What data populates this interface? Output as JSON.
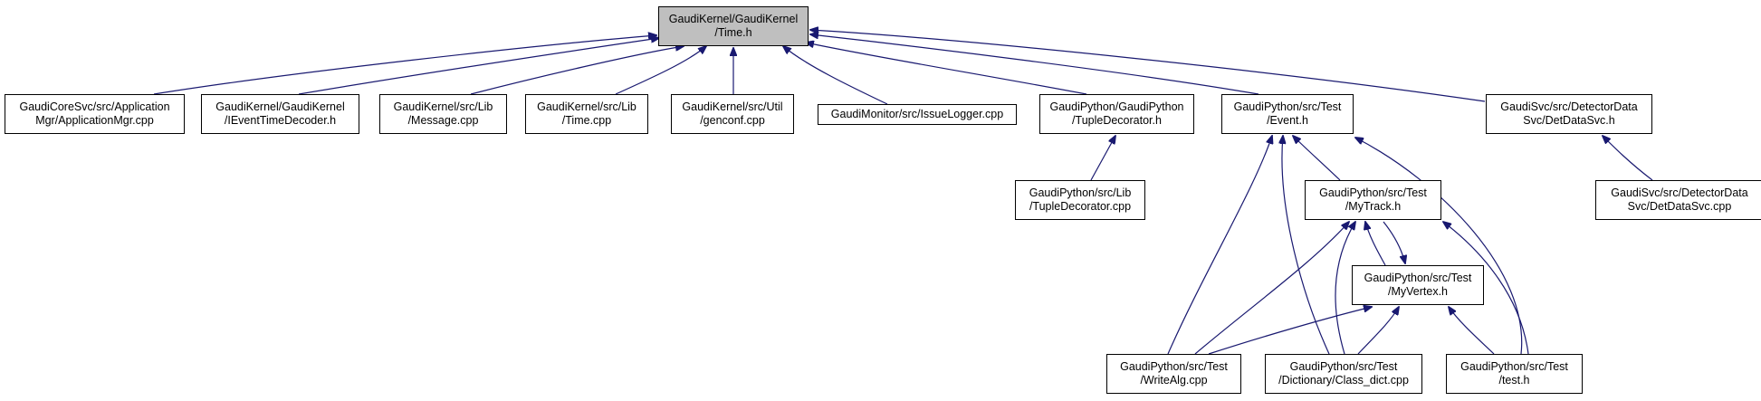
{
  "colors": {
    "edge": "#191970",
    "root_fill": "#bfbfbf",
    "node_fill": "#ffffff",
    "border": "#000000"
  },
  "nodes": {
    "time_h": [
      "GaudiKernel/GaudiKernel",
      "/Time.h"
    ],
    "appmgr_cpp": [
      "GaudiCoreSvc/src/Application",
      "Mgr/ApplicationMgr.cpp"
    ],
    "ieventtimedecoder_h": [
      "GaudiKernel/GaudiKernel",
      "/IEventTimeDecoder.h"
    ],
    "message_cpp": [
      "GaudiKernel/src/Lib",
      "/Message.cpp"
    ],
    "time_cpp": [
      "GaudiKernel/src/Lib",
      "/Time.cpp"
    ],
    "genconf_cpp": [
      "GaudiKernel/src/Util",
      "/genconf.cpp"
    ],
    "issuelogger_cpp": [
      "GaudiMonitor/src/IssueLogger.cpp"
    ],
    "tupledecorator_h": [
      "GaudiPython/GaudiPython",
      "/TupleDecorator.h"
    ],
    "event_h": [
      "GaudiPython/src/Test",
      "/Event.h"
    ],
    "detdatasvc_h": [
      "GaudiSvc/src/DetectorData",
      "Svc/DetDataSvc.h"
    ],
    "tupledecorator_cpp": [
      "GaudiPython/src/Lib",
      "/TupleDecorator.cpp"
    ],
    "mytrack_h": [
      "GaudiPython/src/Test",
      "/MyTrack.h"
    ],
    "detdatasvc_cpp": [
      "GaudiSvc/src/DetectorData",
      "Svc/DetDataSvc.cpp"
    ],
    "myvertex_h": [
      "GaudiPython/src/Test",
      "/MyVertex.h"
    ],
    "writealg_cpp": [
      "GaudiPython/src/Test",
      "/WriteAlg.cpp"
    ],
    "class_dict_cpp": [
      "GaudiPython/src/Test",
      "/Dictionary/Class_dict.cpp"
    ],
    "test_h": [
      "GaudiPython/src/Test",
      "/test.h"
    ]
  }
}
